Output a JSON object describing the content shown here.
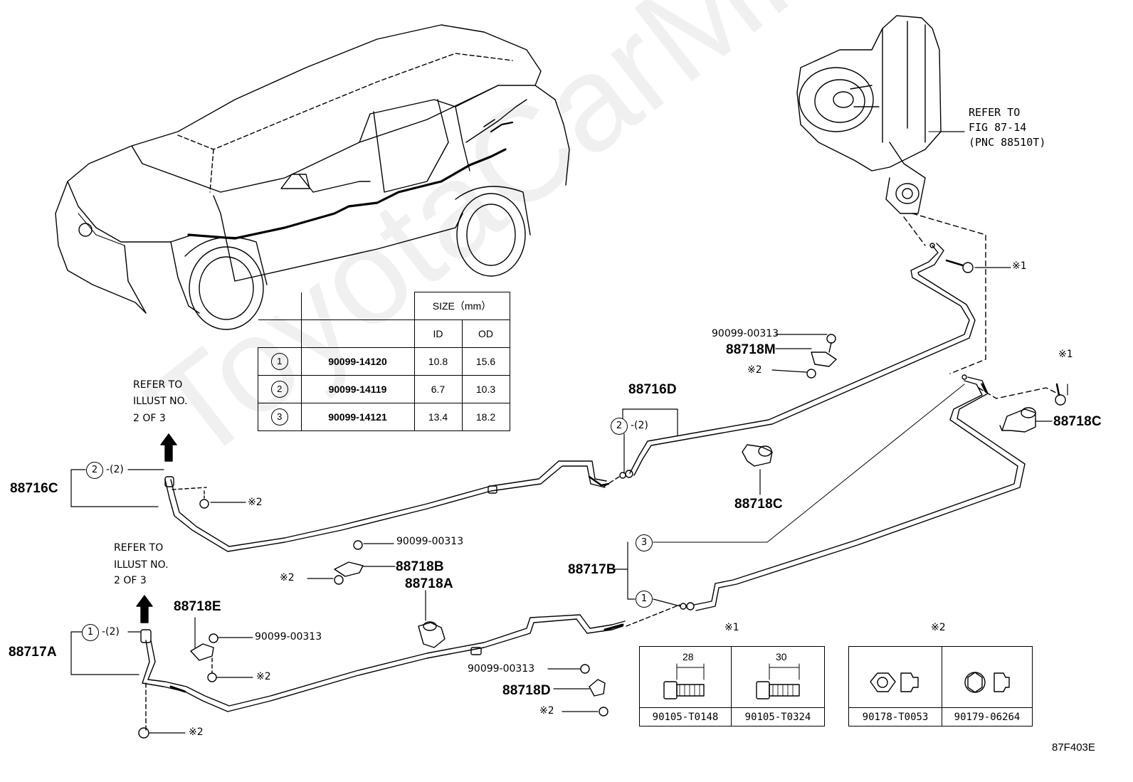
{
  "watermark": "ToyotaCarMine.ru",
  "figure_code": "87F403E",
  "refer_fig": [
    "REFER TO",
    "FIG 87-14",
    "(PNC 88510T)"
  ],
  "refer_illust_1": [
    "REFER TO",
    "ILLUST NO.",
    "2 OF 3"
  ],
  "refer_illust_2": [
    "REFER TO",
    "ILLUST NO.",
    "2 OF 3"
  ],
  "size_table": {
    "header_size": "SIZE（mm）",
    "header_id": "ID",
    "header_od": "OD",
    "rows": [
      {
        "num": "1",
        "part": "90099-14120",
        "id": "10.8",
        "od": "15.6"
      },
      {
        "num": "2",
        "part": "90099-14119",
        "id": "6.7",
        "od": "10.3"
      },
      {
        "num": "3",
        "part": "90099-14121",
        "id": "13.4",
        "od": "18.2"
      }
    ]
  },
  "parts": {
    "p88716D": "88716D",
    "p88716C": "88716C",
    "p88717A": "88717A",
    "p88717B": "88717B",
    "p88718M": "88718M",
    "p88718C_right": "88718C",
    "p88718C_mid": "88718C",
    "p88718B": "88718B",
    "p88718A": "88718A",
    "p88718E": "88718E",
    "p88718D": "88718D"
  },
  "bolts": {
    "b1": "90099-00313",
    "b2": "90099-00313",
    "b3": "90099-00313",
    "b4": "90099-00313"
  },
  "marks": {
    "note1": "※1",
    "note2": "※2",
    "ring_suffix": "-(2)"
  },
  "bolt_table_1": {
    "title": "※1",
    "dims": [
      "28",
      "30"
    ],
    "parts": [
      "90105-T0148",
      "90105-T0324"
    ]
  },
  "bolt_table_2": {
    "title": "※2",
    "parts": [
      "90178-T0053",
      "90179-06264"
    ]
  }
}
